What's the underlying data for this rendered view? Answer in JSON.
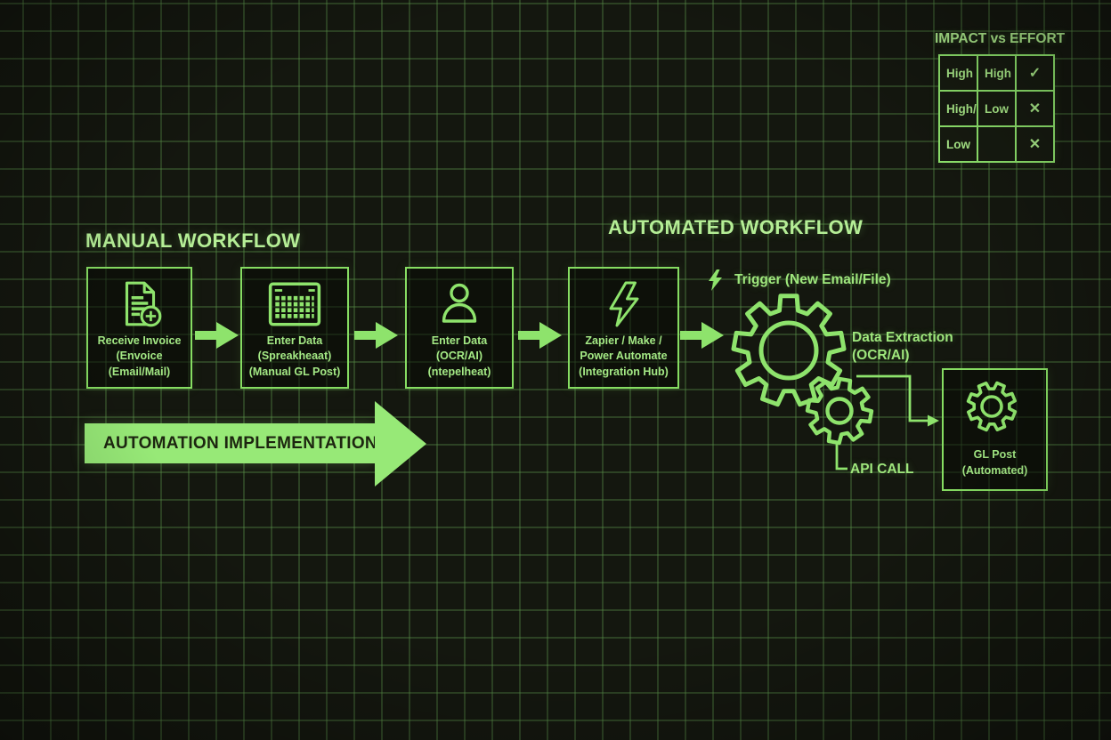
{
  "colors": {
    "background": "#14170f",
    "grid_line": "#568a46",
    "green_line": "#8ee36c",
    "green_fill_bright": "#97e977",
    "green_text": "#a8e887",
    "heading_text": "#b5ee96",
    "arrow_dark_text": "#1d2610"
  },
  "impact_table": {
    "title": "IMPACT vs EFFORT",
    "rows": [
      [
        "High",
        "High",
        "✓"
      ],
      [
        "High/",
        "Low",
        "✕"
      ],
      [
        "Low",
        "",
        "✕"
      ]
    ]
  },
  "manual": {
    "title": "MANUAL WORKFLOW",
    "steps": [
      {
        "icon": "invoice-document-icon",
        "lines": [
          "Receive Invoice",
          "(Envoice",
          "(Email/Mail)"
        ]
      },
      {
        "icon": "spreadsheet-icon",
        "lines": [
          "Enter Data",
          "(Spreakheaat)",
          "(Manual GL Post)"
        ]
      },
      {
        "icon": "person-icon",
        "lines": [
          "Enter Data",
          "(OCR/AI)",
          "(ntepelheat)"
        ]
      },
      {
        "icon": "lightning-bolt-icon",
        "lines": [
          "Zapier / Make /",
          "Power Automate",
          "(Integration Hub)"
        ]
      }
    ]
  },
  "automation_arrow": {
    "label": "AUTOMATION IMPLEMENTATION"
  },
  "automated": {
    "title": "AUTOMATED WORKFLOW",
    "trigger_label": "Trigger (New Email/File)",
    "data_extraction_lines": [
      "Data Extraction",
      "(OCR/AI)"
    ],
    "api_call_label": "API CALL",
    "gl_post_lines": [
      "GL Post",
      "(Automated)"
    ]
  }
}
